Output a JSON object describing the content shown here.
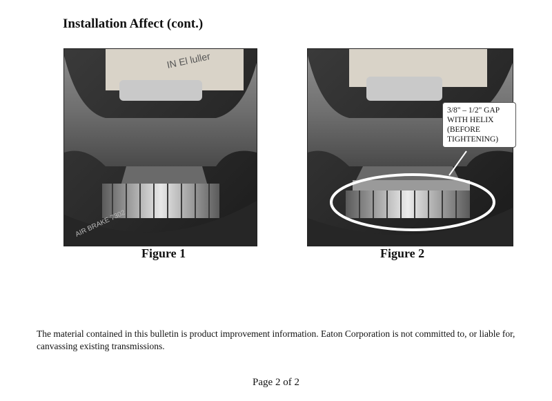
{
  "page": {
    "heading": "Installation Affect (cont.)",
    "figures": [
      {
        "caption": "Figure 1",
        "image_label": "transmission-yoke-photo"
      },
      {
        "caption": "Figure 2",
        "image_label": "transmission-yoke-photo-with-gap"
      }
    ],
    "callout": {
      "lines": [
        "3/8\" – 1/2\" GAP",
        "WITH HELIX",
        "(BEFORE",
        "TIGHTENING)"
      ]
    },
    "disclaimer": "The material contained in this bulletin is product improvement information.  Eaton Corporation is not committed to, or liable for, canvassing existing transmissions.",
    "page_number": "Page 2 of 2"
  }
}
